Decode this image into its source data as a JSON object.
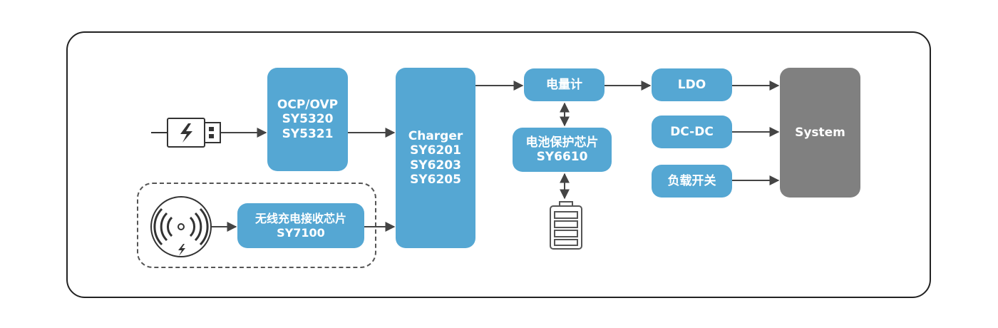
{
  "blocks": {
    "ocp_ovp": [
      "OCP/OVP",
      "SY5320",
      "SY5321"
    ],
    "wireless_rx": [
      "无线充电接收芯片",
      "SY7100"
    ],
    "charger": [
      "Charger",
      "SY6201",
      "SY6203",
      "SY6205"
    ],
    "fuel_gauge": [
      "电量计"
    ],
    "battery_protection": [
      "电池保护芯片",
      "SY6610"
    ],
    "ldo": [
      "LDO"
    ],
    "dcdc": [
      "DC-DC"
    ],
    "load_switch": [
      "负载开关"
    ],
    "system": [
      "System"
    ]
  },
  "icons": {
    "usb": "usb-plug-icon",
    "wireless_pad": "wireless-charging-pad-icon",
    "battery": "battery-icon"
  },
  "colors": {
    "block": "#55a7d3",
    "system": "#808080",
    "line": "#444444"
  }
}
